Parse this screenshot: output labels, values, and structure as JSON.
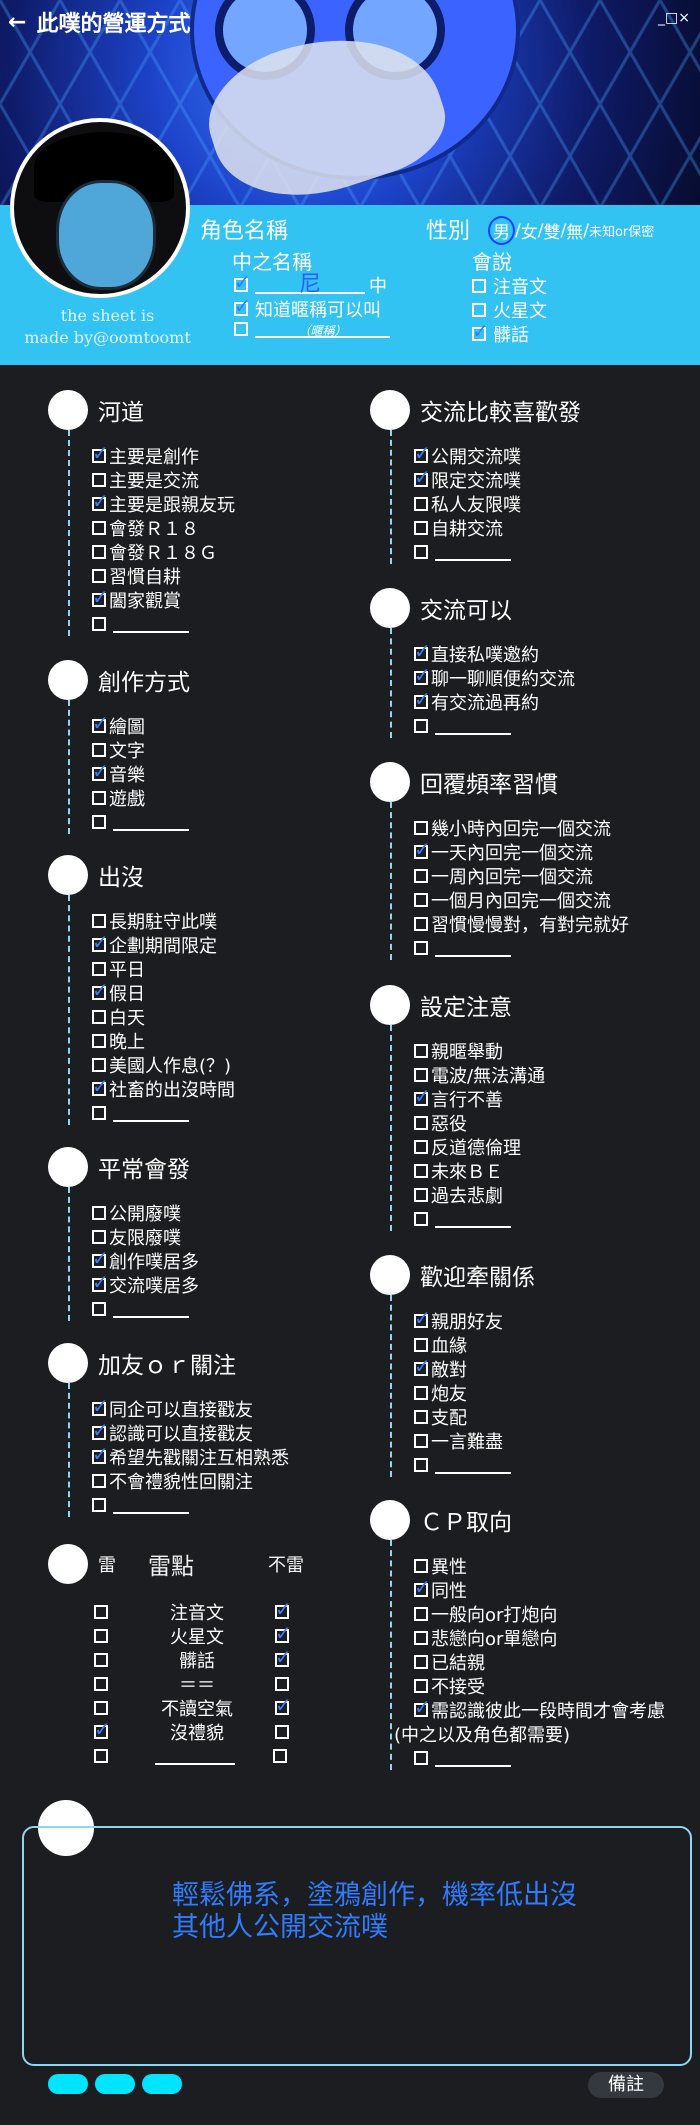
{
  "header": {
    "back_icon": "arrow-left-icon",
    "title": "此噗的營運方式",
    "window_controls": "_□×"
  },
  "credit": {
    "line1": "the sheet is",
    "line2": "made by@oomtoomt"
  },
  "profile": {
    "name_label": "角色名稱",
    "gender_label": "性別",
    "gender_options": [
      "男",
      "女",
      "雙",
      "無",
      "未知or保密"
    ],
    "gender_selected": "男",
    "mid_label": "中之名稱",
    "mid_options": [
      {
        "checked": true,
        "value": "尼",
        "suffix": "中"
      },
      {
        "checked": true,
        "label": "知道暱稱可以叫"
      },
      {
        "checked": false,
        "value": "（暱稱）"
      }
    ],
    "speech_label": "會說",
    "speech_options": [
      {
        "label": "注音文",
        "checked": false
      },
      {
        "label": "火星文",
        "checked": false
      },
      {
        "label": "髒話",
        "checked": true
      }
    ]
  },
  "left_sections": [
    {
      "title": "河道",
      "items": [
        {
          "label": "主要是創作",
          "checked": true
        },
        {
          "label": "主要是交流",
          "checked": false
        },
        {
          "label": "主要是跟親友玩",
          "checked": true
        },
        {
          "label": "會發Ｒ１８",
          "checked": false
        },
        {
          "label": "會發Ｒ１８Ｇ",
          "checked": false
        },
        {
          "label": "習慣自耕",
          "checked": false
        },
        {
          "label": "闔家觀賞",
          "checked": true
        },
        {
          "label": "",
          "checked": false,
          "blank": true
        }
      ]
    },
    {
      "title": "創作方式",
      "items": [
        {
          "label": "繪圖",
          "checked": true
        },
        {
          "label": "文字",
          "checked": false
        },
        {
          "label": "音樂",
          "checked": true
        },
        {
          "label": "遊戲",
          "checked": false
        },
        {
          "label": "",
          "checked": false,
          "blank": true
        }
      ]
    },
    {
      "title": "出沒",
      "items": [
        {
          "label": "長期駐守此噗",
          "checked": false
        },
        {
          "label": "企劃期間限定",
          "checked": true
        },
        {
          "label": "平日",
          "checked": false
        },
        {
          "label": "假日",
          "checked": true
        },
        {
          "label": "白天",
          "checked": false
        },
        {
          "label": "晚上",
          "checked": false
        },
        {
          "label": "美國人作息(？)",
          "checked": false
        },
        {
          "label": "社畜的出沒時間",
          "checked": true
        },
        {
          "label": "",
          "checked": false,
          "blank": true
        }
      ]
    },
    {
      "title": "平常會發",
      "items": [
        {
          "label": "公開廢噗",
          "checked": false
        },
        {
          "label": "友限廢噗",
          "checked": false
        },
        {
          "label": "創作噗居多",
          "checked": true
        },
        {
          "label": "交流噗居多",
          "checked": true
        },
        {
          "label": "",
          "checked": false,
          "blank": true
        }
      ]
    },
    {
      "title": "加友ｏｒ關注",
      "items": [
        {
          "label": "同企可以直接戳友",
          "checked": true
        },
        {
          "label": "認識可以直接戳友",
          "checked": true
        },
        {
          "label": "希望先戳關注互相熟悉",
          "checked": true
        },
        {
          "label": "不會禮貌性回關注",
          "checked": false
        },
        {
          "label": "",
          "checked": false,
          "blank": true
        }
      ]
    }
  ],
  "mines": {
    "left_label": "雷",
    "title": "雷點",
    "right_label": "不雷",
    "rows": [
      {
        "label": "注音文",
        "mine": false,
        "ok": true
      },
      {
        "label": "火星文",
        "mine": false,
        "ok": true
      },
      {
        "label": "髒話",
        "mine": false,
        "ok": true
      },
      {
        "label": "＝＝",
        "mine": false,
        "ok": false
      },
      {
        "label": "不讀空氣",
        "mine": false,
        "ok": true
      },
      {
        "label": "沒禮貌",
        "mine": true,
        "ok": false
      },
      {
        "label": "",
        "mine": false,
        "ok": false,
        "blank": true
      }
    ]
  },
  "right_sections": [
    {
      "title": "交流比較喜歡發",
      "items": [
        {
          "label": "公開交流噗",
          "checked": true
        },
        {
          "label": "限定交流噗",
          "checked": true
        },
        {
          "label": "私人友限噗",
          "checked": false
        },
        {
          "label": "自耕交流",
          "checked": false
        },
        {
          "label": "",
          "checked": false,
          "blank": true
        }
      ]
    },
    {
      "title": "交流可以",
      "items": [
        {
          "label": "直接私噗邀約",
          "checked": true
        },
        {
          "label": "聊一聊順便約交流",
          "checked": true
        },
        {
          "label": "有交流過再約",
          "checked": true
        },
        {
          "label": "",
          "checked": false,
          "blank": true
        }
      ]
    },
    {
      "title": "回覆頻率習慣",
      "items": [
        {
          "label": "幾小時內回完一個交流",
          "checked": false
        },
        {
          "label": "一天內回完一個交流",
          "checked": true
        },
        {
          "label": "一周內回完一個交流",
          "checked": false
        },
        {
          "label": "一個月內回完一個交流",
          "checked": false
        },
        {
          "label": "習慣慢慢對，有對完就好",
          "checked": false
        },
        {
          "label": "",
          "checked": false,
          "blank": true
        }
      ]
    },
    {
      "title": "設定注意",
      "items": [
        {
          "label": "親暱舉動",
          "checked": false
        },
        {
          "label": "電波/無法溝通",
          "checked": false
        },
        {
          "label": "言行不善",
          "checked": true
        },
        {
          "label": "惡役",
          "checked": false
        },
        {
          "label": "反道德倫理",
          "checked": false
        },
        {
          "label": "未來ＢＥ",
          "checked": false
        },
        {
          "label": "過去悲劇",
          "checked": false
        },
        {
          "label": "",
          "checked": false,
          "blank": true
        }
      ]
    },
    {
      "title": "歡迎牽關係",
      "items": [
        {
          "label": "親朋好友",
          "checked": true
        },
        {
          "label": "血緣",
          "checked": false
        },
        {
          "label": "敵對",
          "checked": true
        },
        {
          "label": "炮友",
          "checked": false
        },
        {
          "label": "支配",
          "checked": false
        },
        {
          "label": "一言難盡",
          "checked": false
        },
        {
          "label": "",
          "checked": false,
          "blank": true
        }
      ]
    },
    {
      "title": "ＣＰ取向",
      "items": [
        {
          "label": "異性",
          "checked": false
        },
        {
          "label": "同性",
          "checked": true
        },
        {
          "label": "一般向or打炮向",
          "checked": false
        },
        {
          "label": "悲戀向or單戀向",
          "checked": false
        },
        {
          "label": "已結親",
          "checked": false
        },
        {
          "label": "不接受",
          "checked": false
        },
        {
          "label": "需認識彼此一段時間才會考慮",
          "checked": true
        },
        {
          "label": "(中之以及角色都需要)",
          "checked": false,
          "plain": true
        },
        {
          "label": "",
          "checked": false,
          "blank": true
        }
      ]
    }
  ],
  "note": {
    "line1": "輕鬆佛系，塗鴉創作，機率低出沒",
    "line2": "其他人公開交流噗"
  },
  "footer": {
    "memo_label": "備註"
  },
  "colors": {
    "accent": "#33c3f2",
    "check": "#3b79ff",
    "note_text": "#2f7cff",
    "pill": "#00e5ff"
  }
}
